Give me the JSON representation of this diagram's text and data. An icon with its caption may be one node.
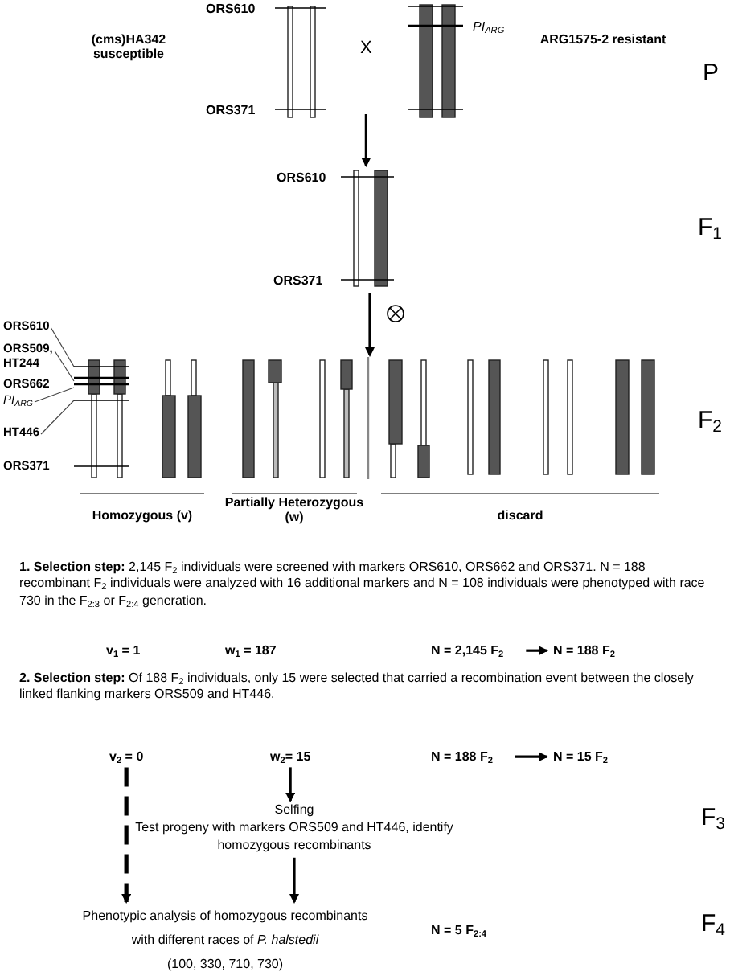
{
  "diagram": {
    "nodes": [
      {
        "text": [
          "X"
        ]
      },
      {
        "text": [],
        "shape": "bar"
      },
      {
        "text": [
          "ORS610"
        ]
      },
      {
        "text": [
          "ORS509, HT244"
        ]
      },
      {
        "text": [
          "PI$_{ARG}$"
        ]
      },
      {
        "text": [
          "HT446"
        ]
      },
      {
        "text": [
          "N = 2,145 F$_{2}$"
        ]
      },
      {
        "text": [
          "N = 188 F$_{2}$"
        ]
      },
      {
        "text": [
          "v$_{2}$ = 0"
        ]
      },
      {
        "text": [
          "w$_{2}$= 15"
        ]
      },
      {
        "text": [
          "N = 188 F$_{2}$"
        ]
      },
      {
        "text": [
          "N = 15 F$_{2}$"
        ]
      },
      {
        "text": [
          "Selfing",
          "Test progeny with markers ORS509 and HT446, identify homozygous recombinants"
        ]
      },
      {
        "text": [
          "Phenotypic analysis of homozygous recombinants",
          "with different races of *P. halstedii*",
          "(100, 330, 710, 730)"
        ]
      },
      {
        "text": [
          "N = 5 F$_{2:4}$"
        ]
      },
      {
        "text": [],
        "shape": "bar"
      }
    ],
    "edges": [
      {
        "from": 0,
        "to": 1,
        "arrow": "to"
      },
      {
        "from": 1,
        "to": 15,
        "arrow": "to"
      },
      {
        "from": 2,
        "to": 15,
        "arrow": "none"
      },
      {
        "from": 3,
        "to": 15,
        "arrow": "none"
      },
      {
        "from": 4,
        "to": 15,
        "arrow": "none"
      },
      {
        "from": 5,
        "to": 15,
        "arrow": "none"
      },
      {
        "from": 6,
        "to": 7,
        "arrow": "to"
      },
      {
        "from": 8,
        "to": 13,
        "arrow": "to",
        "style": "dashed"
      },
      {
        "from": 9,
        "to": 12,
        "arrow": "to"
      },
      {
        "from": 10,
        "to": 11,
        "arrow": "to"
      },
      {
        "from": 12,
        "to": 13,
        "arrow": "to"
      }
    ],
    "labels": [
      "(cms)HA342 susceptible",
      "ORS610",
      "PI$_{ARG}$",
      "ARG1575-2 resistant",
      "ORS371",
      "P",
      "ORS610",
      "ORS371",
      "F$_{1}$",
      "ORS662",
      "ORS371",
      "F$_{2}$",
      "Homozygous (v)",
      "Partially Heterozygous (w)",
      "discard",
      "**1. Selection step:** 2,145 F$_{2}$ individuals were screened with markers ORS610, ORS662 and ORS371. N = 188 recombinant F$_{2}$ individuals were analyzed with 16 additional markers and N = 108 individuals were phenotyped with race 730 in the F$_{2:3}$ or F$_{2:4}$ generation.",
      "v$_{1}$ = 1",
      "w$_{1}$ = 187",
      "**2. Selection step:** Of 188 F$_{2}$ individuals, only 15 were selected that carried a recombination event between the closely linked flanking markers ORS509 and HT446.",
      "F$_{3}$",
      "F$_{4}$"
    ]
  }
}
